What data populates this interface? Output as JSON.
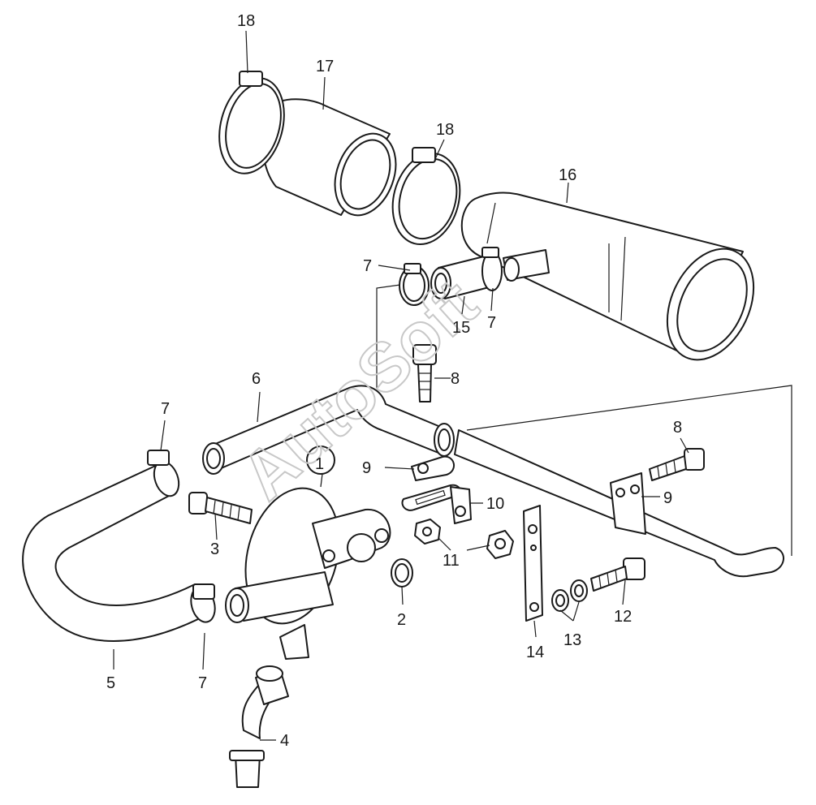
{
  "watermark": "AutoSoft",
  "callouts": {
    "c1": "1",
    "c2": "2",
    "c3": "3",
    "c4": "4",
    "c5": "5",
    "c6": "6",
    "c7a": "7",
    "c7b": "7",
    "c7c": "7",
    "c7d": "7",
    "c8a": "8",
    "c8b": "8",
    "c9a": "9",
    "c9b": "9",
    "c10": "10",
    "c11": "11",
    "c12": "12",
    "c13": "13",
    "c14": "14",
    "c15": "15",
    "c16": "16",
    "c17": "17",
    "c18a": "18",
    "c18b": "18"
  }
}
